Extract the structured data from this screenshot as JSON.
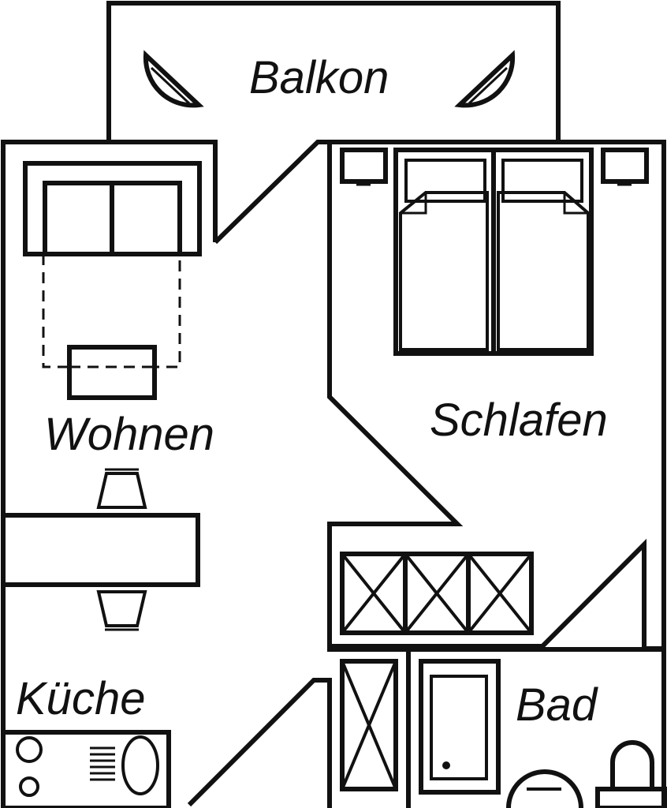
{
  "rooms": {
    "balkon": "Balkon",
    "wohnen": "Wohnen",
    "schlafen": "Schlafen",
    "kueche": "Küche",
    "bad": "Bad"
  },
  "style": {
    "line_color": "#111111",
    "background": "#ffffff"
  },
  "icons": [
    "armchair-icon",
    "sofa-icon",
    "table-icon",
    "chair-icon",
    "bed-icon",
    "nightstand-icon",
    "wardrobe-icon",
    "stove-icon",
    "sink-icon",
    "shower-icon",
    "toilet-icon",
    "washbasin-icon"
  ]
}
